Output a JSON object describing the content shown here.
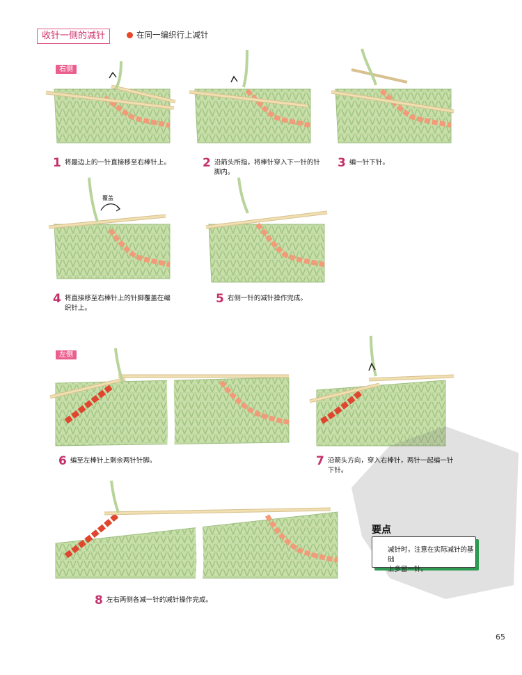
{
  "header": {
    "section_title": "收针一侧的减针",
    "subtitle": "在同一编织行上减针"
  },
  "labels": {
    "right_side": "右侧",
    "left_side": "左侧",
    "cover": "覆盖"
  },
  "steps": [
    {
      "num": "1",
      "text": "将最边上的一针直接移至右棒针上。"
    },
    {
      "num": "2",
      "text_lines": [
        "沿箭头所指，将棒针穿入下一针的针",
        "脚内。"
      ]
    },
    {
      "num": "3",
      "text": "编一针下针。"
    },
    {
      "num": "4",
      "text_lines": [
        "将直接移至右棒针上的针脚覆盖在编",
        "织针上。"
      ]
    },
    {
      "num": "5",
      "text": "右侧一针的减针操作完成。"
    },
    {
      "num": "6",
      "text": "编至左棒针上剩余两针针脚。"
    },
    {
      "num": "7",
      "text_lines": [
        "沿箭头方向，穿入右棒针，两针一起编一针",
        "下针。"
      ]
    },
    {
      "num": "8",
      "text": "左右两侧各减一针的减针操作完成。"
    }
  ],
  "tip": {
    "heading": "要点",
    "lines": [
      "减针时，注意在实际减针的基础",
      "上多留一针。"
    ]
  },
  "page_number": "65",
  "colors": {
    "knit_fabric": "#c8dfaa",
    "knit_stitch": "#a9c98a",
    "needle": "#f0dfb0",
    "orange_stitch": "#f39a78",
    "red_stitch": "#e0452e",
    "accent_pink": "#d0316a",
    "tip_shadow": "#2f9a52"
  }
}
